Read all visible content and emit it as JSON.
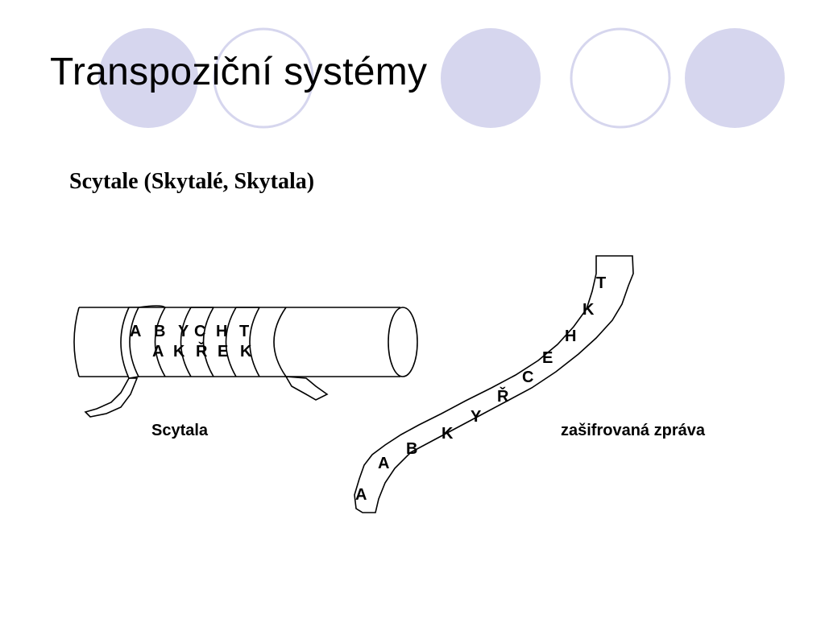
{
  "slide": {
    "title": "Transpoziční systémy",
    "subtitle": "Scytale (Skytalé, Skytala)",
    "accent_color": "#d6d6ee",
    "outline_color": "#d6d6ee"
  },
  "diagram": {
    "scytala": {
      "caption": "Scytala",
      "row1": [
        "A",
        "B",
        "Y",
        "C",
        "H",
        "T"
      ],
      "row2": [
        "A",
        "K",
        "Ř",
        "E",
        "K"
      ]
    },
    "strip": {
      "caption": "zašifrovaná zpráva",
      "letters": [
        "A",
        "A",
        "B",
        "K",
        "Y",
        "Ř",
        "C",
        "E",
        "H",
        "K",
        "T"
      ]
    }
  }
}
